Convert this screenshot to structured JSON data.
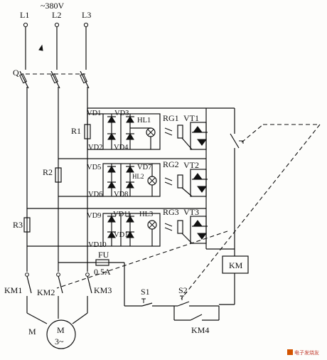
{
  "supply": {
    "voltage": "~380V",
    "phases": [
      "L1",
      "L2",
      "L3"
    ],
    "breaker": "Q"
  },
  "resistors": [
    "R1",
    "R2",
    "R3"
  ],
  "channels": [
    {
      "diodes": [
        "VD1",
        "VD3",
        "VD2",
        "VD4"
      ],
      "lamp": "HL1",
      "photoresistor": "RG1",
      "triac": "VT1"
    },
    {
      "diodes": [
        "VD5",
        "VD7",
        "VD6",
        "VD8"
      ],
      "lamp": "HL2",
      "photoresistor": "RG2",
      "triac": "VT2"
    },
    {
      "diodes": [
        "VD9",
        "VD11",
        "VD10",
        "VD12"
      ],
      "lamp": "HL3",
      "photoresistor": "RG3",
      "triac": "VT3"
    }
  ],
  "fuse": {
    "name": "FU",
    "rating": "0.5A"
  },
  "contactors": [
    "KM1",
    "KM2",
    "KM3"
  ],
  "coil": "KM",
  "switches": [
    "S1",
    "S2"
  ],
  "hold_contact": "KM4",
  "motor": {
    "ref": "M",
    "symbol": "M",
    "type": "3~"
  },
  "watermark": "电子发烧友"
}
